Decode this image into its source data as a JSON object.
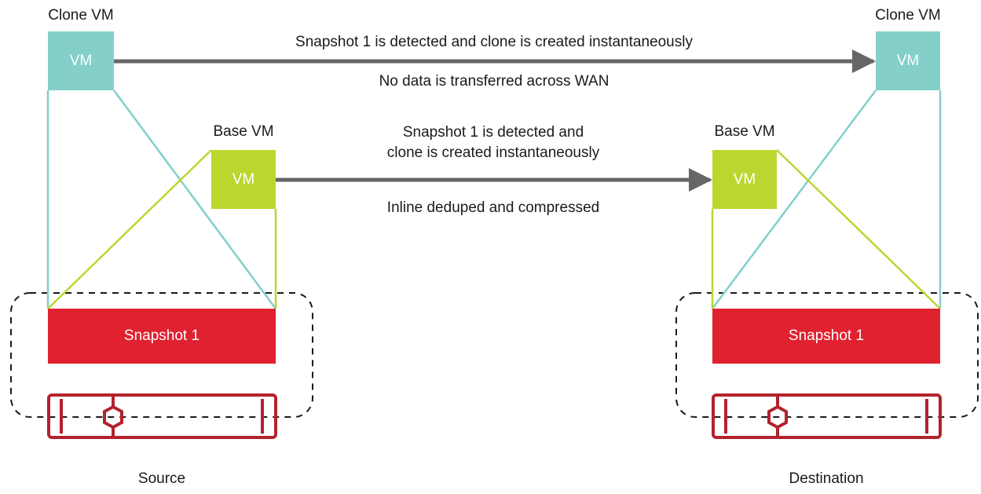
{
  "source": {
    "clone_vm_label": "Clone VM",
    "clone_vm_box": "VM",
    "base_vm_label": "Base VM",
    "base_vm_box": "VM",
    "snapshot": "Snapshot 1",
    "caption": "Source"
  },
  "destination": {
    "clone_vm_label": "Clone VM",
    "clone_vm_box": "VM",
    "base_vm_label": "Base VM",
    "base_vm_box": "VM",
    "snapshot": "Snapshot 1",
    "caption": "Destination"
  },
  "clone_arrow": {
    "above": "Snapshot 1 is detected and clone is created instantaneously",
    "below": "No data is transferred across WAN"
  },
  "base_arrow": {
    "above_line1": "Snapshot 1 is detected and",
    "above_line2": "clone is created instantaneously",
    "below": "Inline deduped and compressed"
  },
  "colors": {
    "clone_vm": "#84cfca",
    "base_vm": "#bcd630",
    "snapshot": "#e0212f",
    "storage": "#b3222c",
    "arrow": "#666666"
  }
}
